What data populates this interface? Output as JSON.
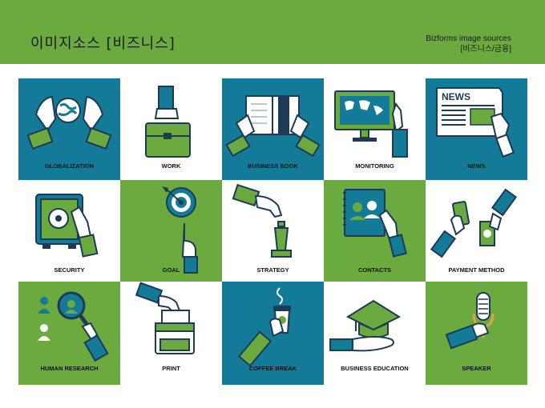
{
  "header": {
    "title": "이미지소스 [비즈니스]",
    "source_line1": "Bizforms image sources",
    "source_line2": "[비즈니스/금융]"
  },
  "colors": {
    "blue": "#137b97",
    "green": "#6aaa3f",
    "white": "#ffffff",
    "navy": "#1d3a57"
  },
  "tiles": [
    {
      "label": "GLOBALIZATION",
      "icon": "globe-hands-icon",
      "bg": "blue"
    },
    {
      "label": "WORK",
      "icon": "briefcase-icon",
      "bg": "white"
    },
    {
      "label": "BUSINESS BOOK",
      "icon": "open-book-icon",
      "bg": "blue"
    },
    {
      "label": "MONITORING",
      "icon": "monitor-map-icon",
      "bg": "white"
    },
    {
      "label": "NEWS",
      "icon": "newspaper-icon",
      "bg": "blue"
    },
    {
      "label": "SECURITY",
      "icon": "safe-icon",
      "bg": "white"
    },
    {
      "label": "GOAL",
      "icon": "target-icon",
      "bg": "green"
    },
    {
      "label": "STRATEGY",
      "icon": "chess-piece-icon",
      "bg": "white"
    },
    {
      "label": "CONTACTS",
      "icon": "contacts-book-icon",
      "bg": "green"
    },
    {
      "label": "PAYMENT METHOD",
      "icon": "card-cash-icon",
      "bg": "white"
    },
    {
      "label": "HUMAN RESEARCH",
      "icon": "magnifier-people-icon",
      "bg": "green"
    },
    {
      "label": "PRINT",
      "icon": "printer-icon",
      "bg": "white"
    },
    {
      "label": "COFFEE BREAK",
      "icon": "coffee-cup-icon",
      "bg": "blue"
    },
    {
      "label": "BUSINESS EDUCATION",
      "icon": "graduation-cap-icon",
      "bg": "white"
    },
    {
      "label": "SPEAKER",
      "icon": "microphone-icon",
      "bg": "green"
    }
  ],
  "news_word": "NEWS"
}
